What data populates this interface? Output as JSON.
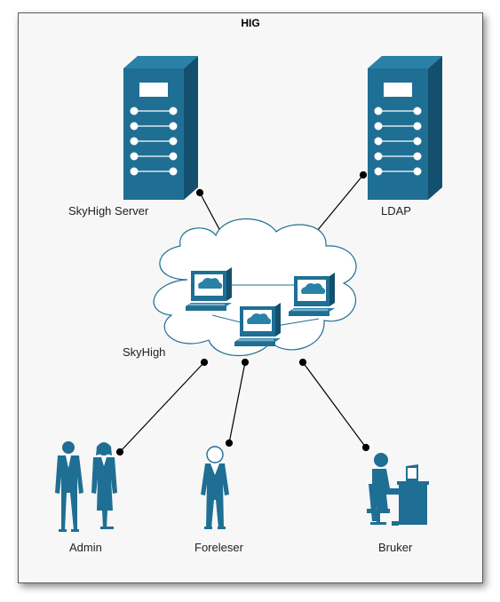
{
  "title": "HIG",
  "colors": {
    "accent": "#1f6f94",
    "accent_dark": "#13506d",
    "cloud_stroke": "#1f6f94",
    "line": "#000000"
  },
  "nodes": {
    "skyhigh_server": {
      "label": "SkyHigh Server",
      "icon": "server-icon"
    },
    "ldap": {
      "label": "LDAP",
      "icon": "server-icon"
    },
    "skyhigh": {
      "label": "SkyHigh",
      "icon": "cloud-network-icon"
    },
    "admin": {
      "label": "Admin",
      "icon": "business-people-icon"
    },
    "foreleser": {
      "label": "Foreleser",
      "icon": "person-icon"
    },
    "bruker": {
      "label": "Bruker",
      "icon": "user-at-computer-icon"
    }
  }
}
